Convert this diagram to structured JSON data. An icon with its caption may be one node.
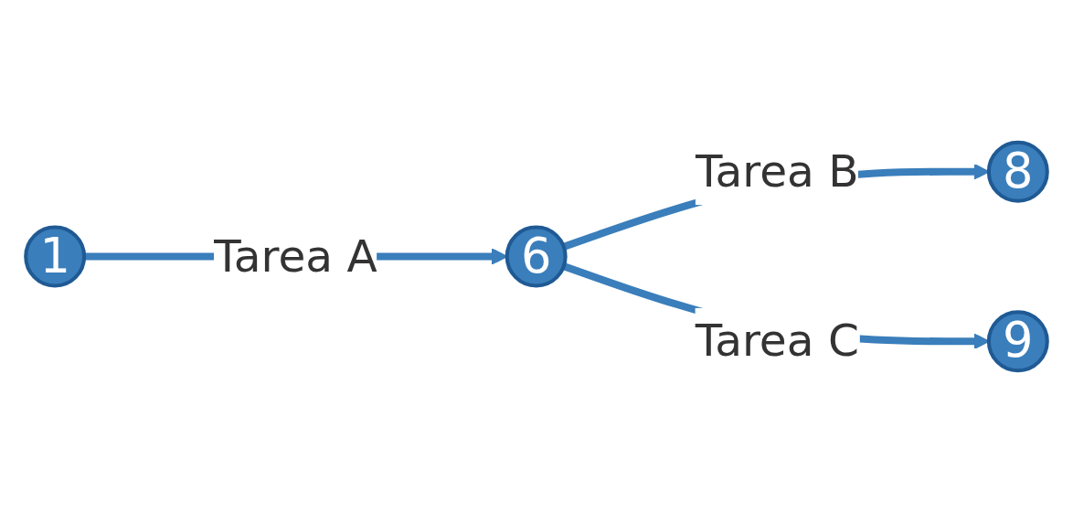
{
  "diagram": {
    "nodes": [
      {
        "text": [
          "1"
        ]
      },
      {
        "text": [
          "6"
        ]
      },
      {
        "text": [
          "8"
        ]
      },
      {
        "text": [
          "9"
        ]
      }
    ],
    "edges": [
      {
        "from": 0,
        "to": 1,
        "arrow": "to",
        "label": "Tarea A"
      },
      {
        "from": 1,
        "to": 2,
        "arrow": "to",
        "label": "Tarea B"
      },
      {
        "from": 1,
        "to": 3,
        "arrow": "to",
        "label": "Tarea C"
      }
    ]
  }
}
